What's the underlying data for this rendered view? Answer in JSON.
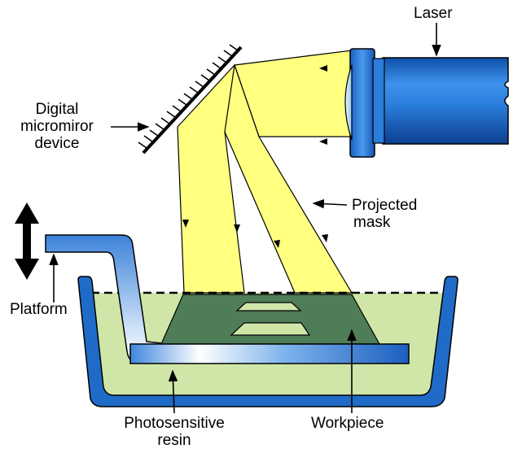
{
  "labels": {
    "laser": "Laser",
    "dmd": [
      "Digital",
      "micromiror",
      "device"
    ],
    "projected_mask": [
      "Projected",
      "mask"
    ],
    "platform": "Platform",
    "resin": [
      "Photosensitive",
      "resin"
    ],
    "workpiece": "Workpiece"
  },
  "colors": {
    "beam": "#FFFF80",
    "resin": "#CFE6A8",
    "workpiece": "#4E7D58",
    "laser_body": "#2277D6",
    "vat": "#1F6BC7",
    "outline": "#000000"
  }
}
